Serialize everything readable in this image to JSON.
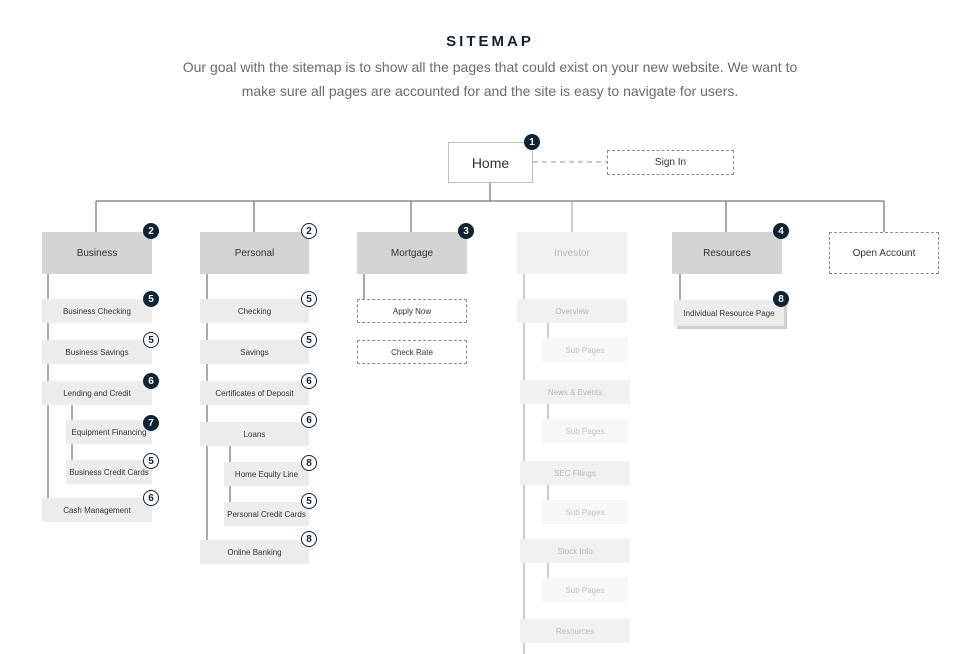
{
  "header": {
    "title": "SITEMAP",
    "subtitle_line1": "Our goal with the sitemap is to show all the pages that could exist on your new website. We want to",
    "subtitle_line2": "make sure all pages are accounted for and the site is easy to navigate for users."
  },
  "home": {
    "label": "Home",
    "badge": "1"
  },
  "sign_in": {
    "label": "Sign In"
  },
  "business": {
    "label": "Business",
    "badge": "2",
    "items": [
      {
        "label": "Business Checking",
        "badge": "5"
      },
      {
        "label": "Business Savings",
        "badge": "5"
      },
      {
        "label": "Lending and Credit",
        "badge": "6"
      },
      {
        "label": "Equipment Financing",
        "badge": "7"
      },
      {
        "label": "Business Credit Cards",
        "badge": "5"
      },
      {
        "label": "Cash Management",
        "badge": "6"
      }
    ]
  },
  "personal": {
    "label": "Personal",
    "badge": "2",
    "items": [
      {
        "label": "Checking",
        "badge": "5"
      },
      {
        "label": "Savings",
        "badge": "5"
      },
      {
        "label": "Certificates of Deposit",
        "badge": "6"
      },
      {
        "label": "Loans",
        "badge": "6"
      },
      {
        "label": "Home Equity Line",
        "badge": "8"
      },
      {
        "label": "Personal Credit Cards",
        "badge": "5"
      },
      {
        "label": "Online Banking",
        "badge": "8"
      }
    ]
  },
  "mortgage": {
    "label": "Mortgage",
    "badge": "3",
    "items": [
      {
        "label": "Apply Now"
      },
      {
        "label": "Check Rate"
      }
    ]
  },
  "investor": {
    "label": "Investor",
    "items": [
      {
        "label": "Overview"
      },
      {
        "label": "Sub Pages"
      },
      {
        "label": "News & Events"
      },
      {
        "label": "Sub Pages"
      },
      {
        "label": "SEC Filings"
      },
      {
        "label": "Sub Pages"
      },
      {
        "label": "Stock Info"
      },
      {
        "label": "Sub Pages"
      },
      {
        "label": "Resources"
      }
    ]
  },
  "resources": {
    "label": "Resources",
    "badge": "4",
    "items": [
      {
        "label": "Individual Resource Page",
        "badge": "8"
      }
    ]
  },
  "open_account": {
    "label": "Open Account"
  },
  "colors": {
    "navy": "#0d2436",
    "category_fill": "#d4d4d4",
    "item_fill": "#ececec"
  }
}
